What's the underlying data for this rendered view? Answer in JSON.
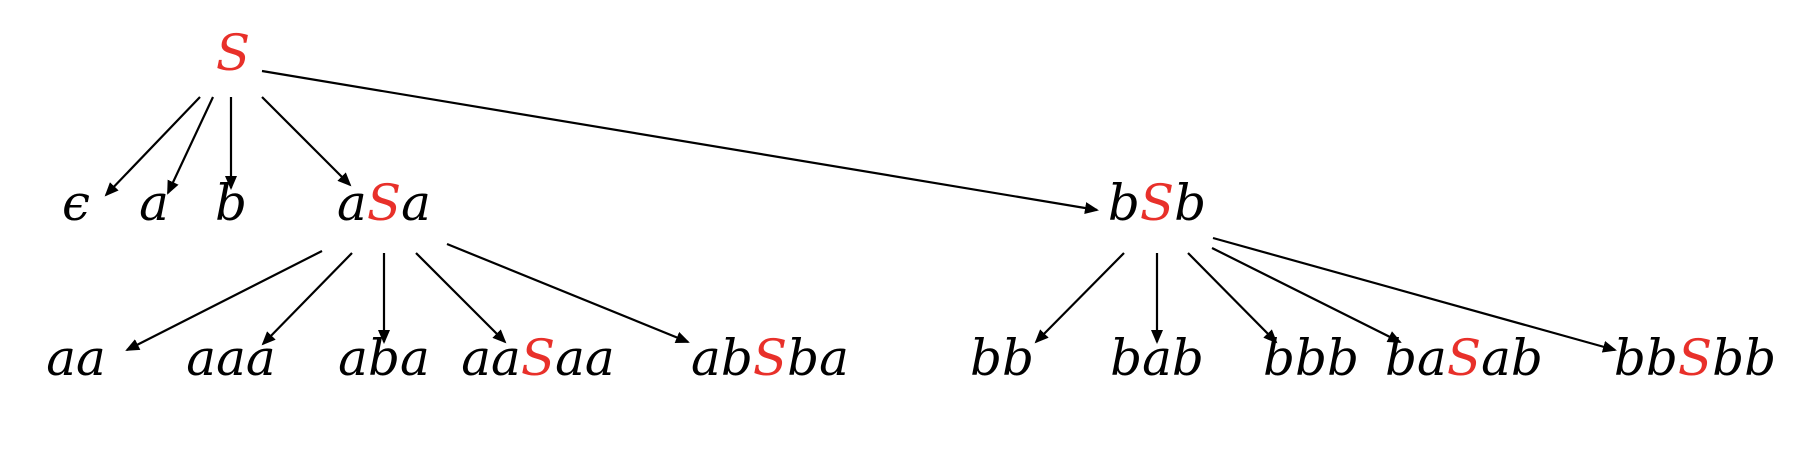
{
  "colors": {
    "ink": "#000000",
    "variable": "#e8302a"
  },
  "tree": {
    "root": {
      "parts": [
        {
          "t": "S",
          "var": true
        }
      ]
    },
    "level1": [
      {
        "id": "eps",
        "parts": [
          {
            "t": "ϵ"
          }
        ]
      },
      {
        "id": "a",
        "parts": [
          {
            "t": "a"
          }
        ]
      },
      {
        "id": "b",
        "parts": [
          {
            "t": "b"
          }
        ]
      },
      {
        "id": "aSa",
        "parts": [
          {
            "t": "a"
          },
          {
            "t": "S",
            "var": true
          },
          {
            "t": "a"
          }
        ]
      },
      {
        "id": "bSb",
        "parts": [
          {
            "t": "b"
          },
          {
            "t": "S",
            "var": true
          },
          {
            "t": "b"
          }
        ]
      }
    ],
    "level2": [
      {
        "id": "aa",
        "parent": "aSa",
        "parts": [
          {
            "t": "aa"
          }
        ]
      },
      {
        "id": "aaa",
        "parent": "aSa",
        "parts": [
          {
            "t": "aaa"
          }
        ]
      },
      {
        "id": "aba",
        "parent": "aSa",
        "parts": [
          {
            "t": "aba"
          }
        ]
      },
      {
        "id": "aaSaa",
        "parent": "aSa",
        "parts": [
          {
            "t": "aa"
          },
          {
            "t": "S",
            "var": true
          },
          {
            "t": "aa"
          }
        ]
      },
      {
        "id": "abSba",
        "parent": "aSa",
        "parts": [
          {
            "t": "ab"
          },
          {
            "t": "S",
            "var": true
          },
          {
            "t": "ba"
          }
        ]
      },
      {
        "id": "bb",
        "parent": "bSb",
        "parts": [
          {
            "t": "bb"
          }
        ]
      },
      {
        "id": "bab",
        "parent": "bSb",
        "parts": [
          {
            "t": "bab"
          }
        ]
      },
      {
        "id": "bbb",
        "parent": "bSb",
        "parts": [
          {
            "t": "bbb"
          }
        ]
      },
      {
        "id": "baSab",
        "parent": "bSb",
        "parts": [
          {
            "t": "ba"
          },
          {
            "t": "S",
            "var": true
          },
          {
            "t": "ab"
          }
        ]
      },
      {
        "id": "bbSbb",
        "parent": "bSb",
        "parts": [
          {
            "t": "bb"
          },
          {
            "t": "S",
            "var": true
          },
          {
            "t": "bb"
          }
        ]
      }
    ]
  }
}
